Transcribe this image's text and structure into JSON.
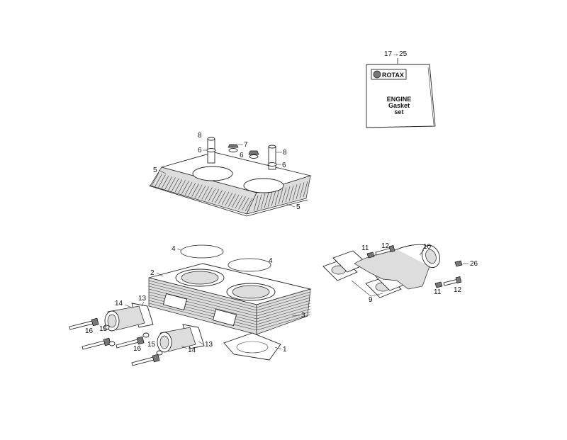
{
  "gasket_set": {
    "ref": "17→25",
    "brand": "ROTAX",
    "title_line1": "ENGINE",
    "title_line2": "Gasket",
    "title_line3": "set"
  },
  "callouts": {
    "c1": "1",
    "c2": "2",
    "c3": "3",
    "c4a": "4",
    "c4b": "4",
    "c5a": "5",
    "c5b": "5",
    "c6a": "6",
    "c6b": "6",
    "c6c": "6",
    "c7": "7",
    "c8a": "8",
    "c8b": "8",
    "c9": "9",
    "c10": "10",
    "c11a": "11",
    "c11b": "11",
    "c12a": "12",
    "c12b": "12",
    "c13a": "13",
    "c13b": "13",
    "c14a": "14",
    "c14b": "14",
    "c15a": "15",
    "c15b": "15",
    "c16a": "16",
    "c16b": "16",
    "c26": "26"
  }
}
